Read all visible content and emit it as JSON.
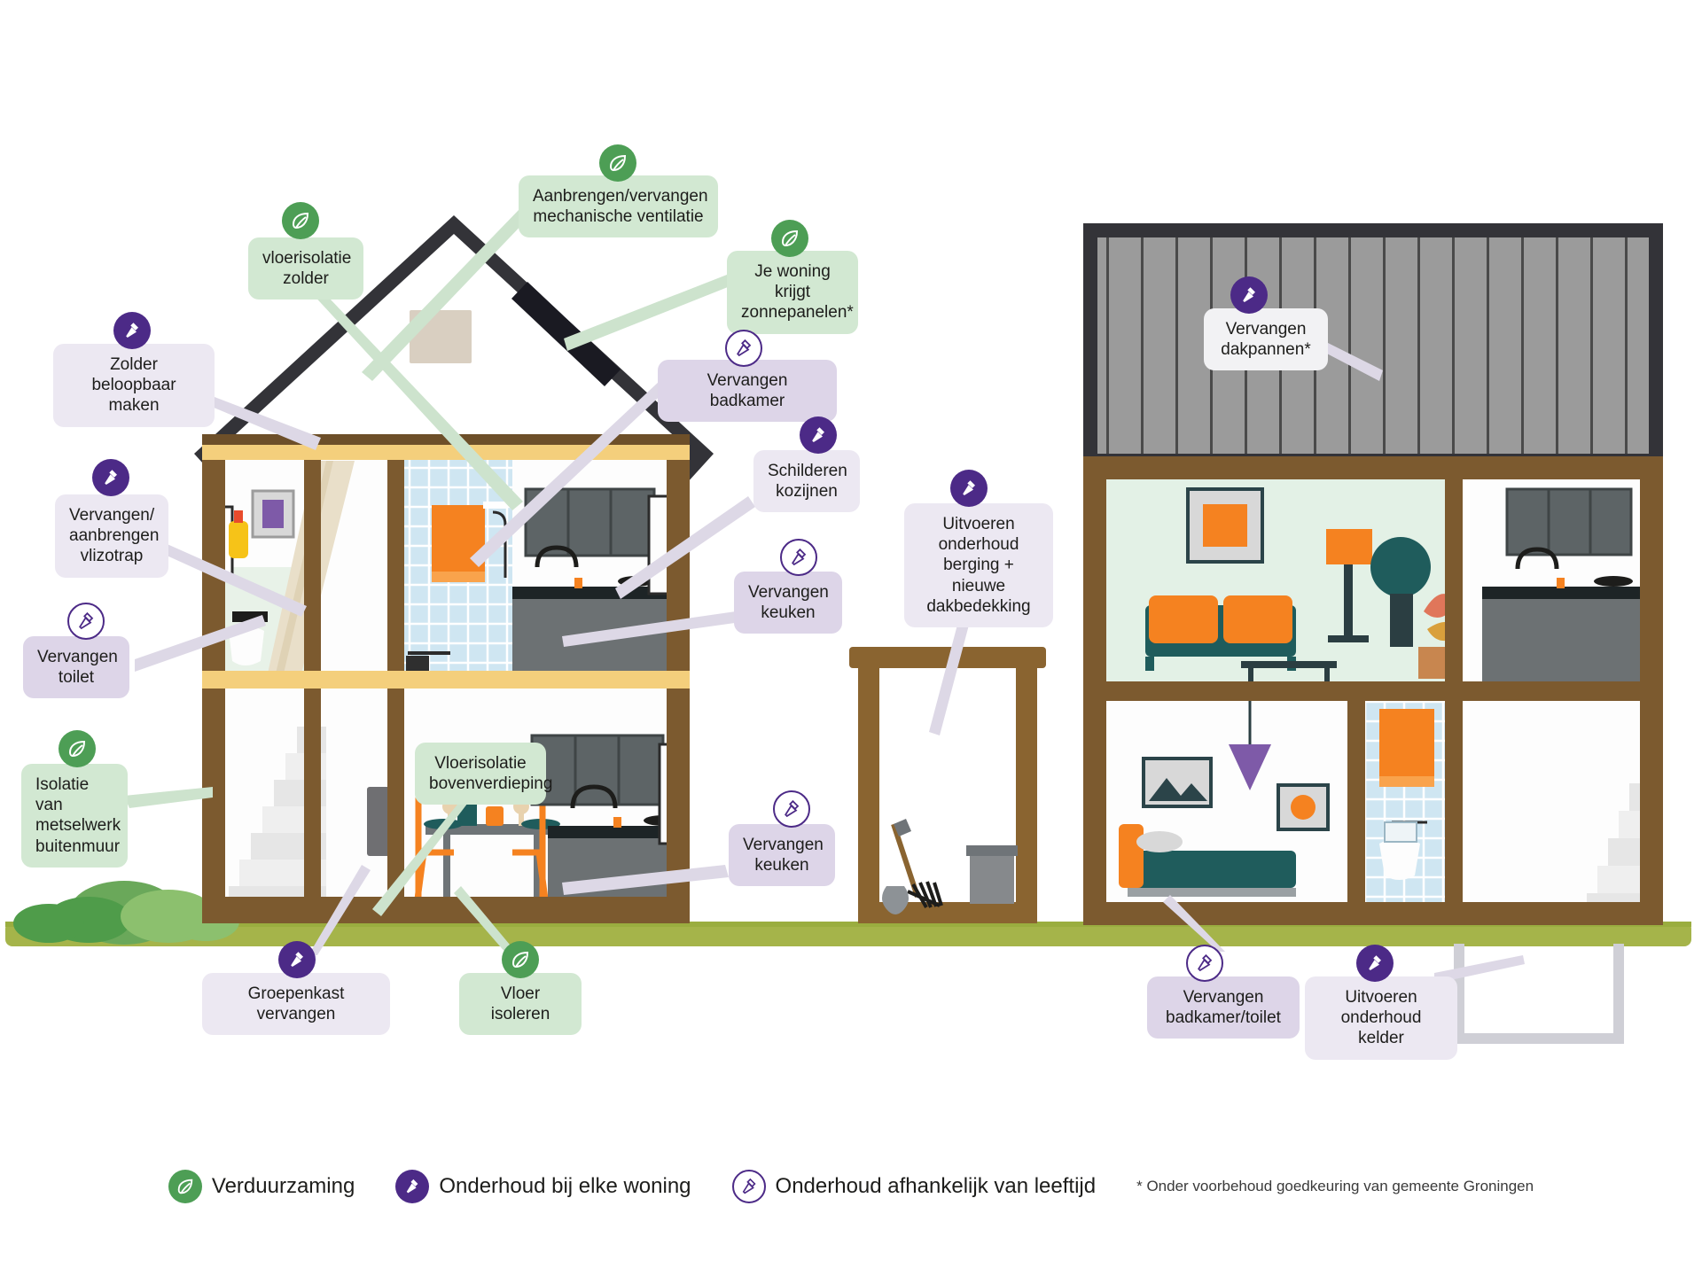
{
  "meta": {
    "alt": "Doorsnede-infographic van twee woningen met onderhouds- en verduurzamingsmaatregelen"
  },
  "colors": {
    "green_badge": "#4d9e55",
    "purple_solid": "#4c2a87",
    "purple_outline": "#4c2a87",
    "bubble_green": "#d2e8d2",
    "bubble_purple": "#ece8f2",
    "bubble_lilac": "#ddd5e8",
    "grass": "#a5b44a",
    "roof_dark": "#333338",
    "wood_frame": "#7c5a2f",
    "floor_yellow": "#f4cf7c",
    "orange_accent": "#f58220",
    "teal_accent": "#1f5c5c",
    "tile_blue": "#cfe6f2"
  },
  "callouts": [
    {
      "id": "vloerisolatie-zolder",
      "icon": "leaf",
      "style": "green",
      "lines": [
        "vloerisolatie",
        "zolder"
      ]
    },
    {
      "id": "mechanische-ventilatie",
      "icon": "leaf",
      "style": "green",
      "lines": [
        "Aanbrengen/vervangen",
        "mechanische ventilatie"
      ]
    },
    {
      "id": "zonnepanelen",
      "icon": "leaf",
      "style": "green",
      "lines": [
        "Je woning krijgt",
        "zonnepanelen*"
      ]
    },
    {
      "id": "zolder-beloopbaar",
      "icon": "hammer-solid",
      "style": "purple",
      "lines": [
        "Zolder beloopbaar",
        "maken"
      ]
    },
    {
      "id": "vlizotrap",
      "icon": "hammer-solid",
      "style": "purple",
      "lines": [
        "Vervangen/",
        "aanbrengen",
        "vlizotrap"
      ]
    },
    {
      "id": "vervangen-toilet",
      "icon": "hammer-outline",
      "style": "lilac",
      "lines": [
        "Vervangen",
        "toilet"
      ]
    },
    {
      "id": "isolatie-buitenmuur",
      "icon": "leaf",
      "style": "green",
      "lines": [
        "Isolatie van",
        "metselwerk",
        "buitenmuur"
      ]
    },
    {
      "id": "vervangen-badkamer",
      "icon": "hammer-outline",
      "style": "lilac",
      "lines": [
        "Vervangen badkamer"
      ]
    },
    {
      "id": "schilderen-kozijnen",
      "icon": "hammer-solid",
      "style": "purple",
      "lines": [
        "Schilderen",
        "kozijnen"
      ]
    },
    {
      "id": "vervangen-keuken-boven",
      "icon": "hammer-outline",
      "style": "lilac",
      "lines": [
        "Vervangen",
        "keuken"
      ]
    },
    {
      "id": "vloerisolatie-boven",
      "icon": "leaf",
      "style": "green",
      "lines": [
        "Vloerisolatie",
        "bovenverdieping"
      ]
    },
    {
      "id": "vervangen-keuken-beneden",
      "icon": "hammer-outline",
      "style": "lilac",
      "lines": [
        "Vervangen",
        "keuken"
      ]
    },
    {
      "id": "onderhoud-berging",
      "icon": "hammer-solid",
      "style": "purple",
      "lines": [
        "Uitvoeren",
        "onderhoud",
        "berging + nieuwe",
        "dakbedekking"
      ]
    },
    {
      "id": "groepenkast-vervangen",
      "icon": "hammer-solid",
      "style": "purple",
      "lines": [
        "Groepenkast vervangen"
      ]
    },
    {
      "id": "vloer-isoleren",
      "icon": "leaf",
      "style": "green",
      "lines": [
        "Vloer isoleren"
      ]
    },
    {
      "id": "vervangen-dakpannen",
      "icon": "hammer-solid",
      "style": "white",
      "lines": [
        "Vervangen",
        "dakpannen*"
      ]
    },
    {
      "id": "vervangen-badkamer-toilet",
      "icon": "hammer-outline",
      "style": "lilac",
      "lines": [
        "Vervangen",
        "badkamer/toilet"
      ]
    },
    {
      "id": "onderhoud-kelder",
      "icon": "hammer-solid",
      "style": "purple",
      "lines": [
        "Uitvoeren",
        "onderhoud kelder"
      ]
    }
  ],
  "legend": {
    "items": [
      {
        "id": "verduurzaming",
        "icon": "leaf",
        "label": "Verduurzaming"
      },
      {
        "id": "onderhoud-elke",
        "icon": "hammer-solid",
        "label": "Onderhoud bij elke woning"
      },
      {
        "id": "onderhoud-leeftijd",
        "icon": "hammer-outline",
        "label": "Onderhoud afhankelijk van leeftijd"
      }
    ],
    "footnote": "* Onder voorbehoud goedkeuring van gemeente Groningen"
  }
}
